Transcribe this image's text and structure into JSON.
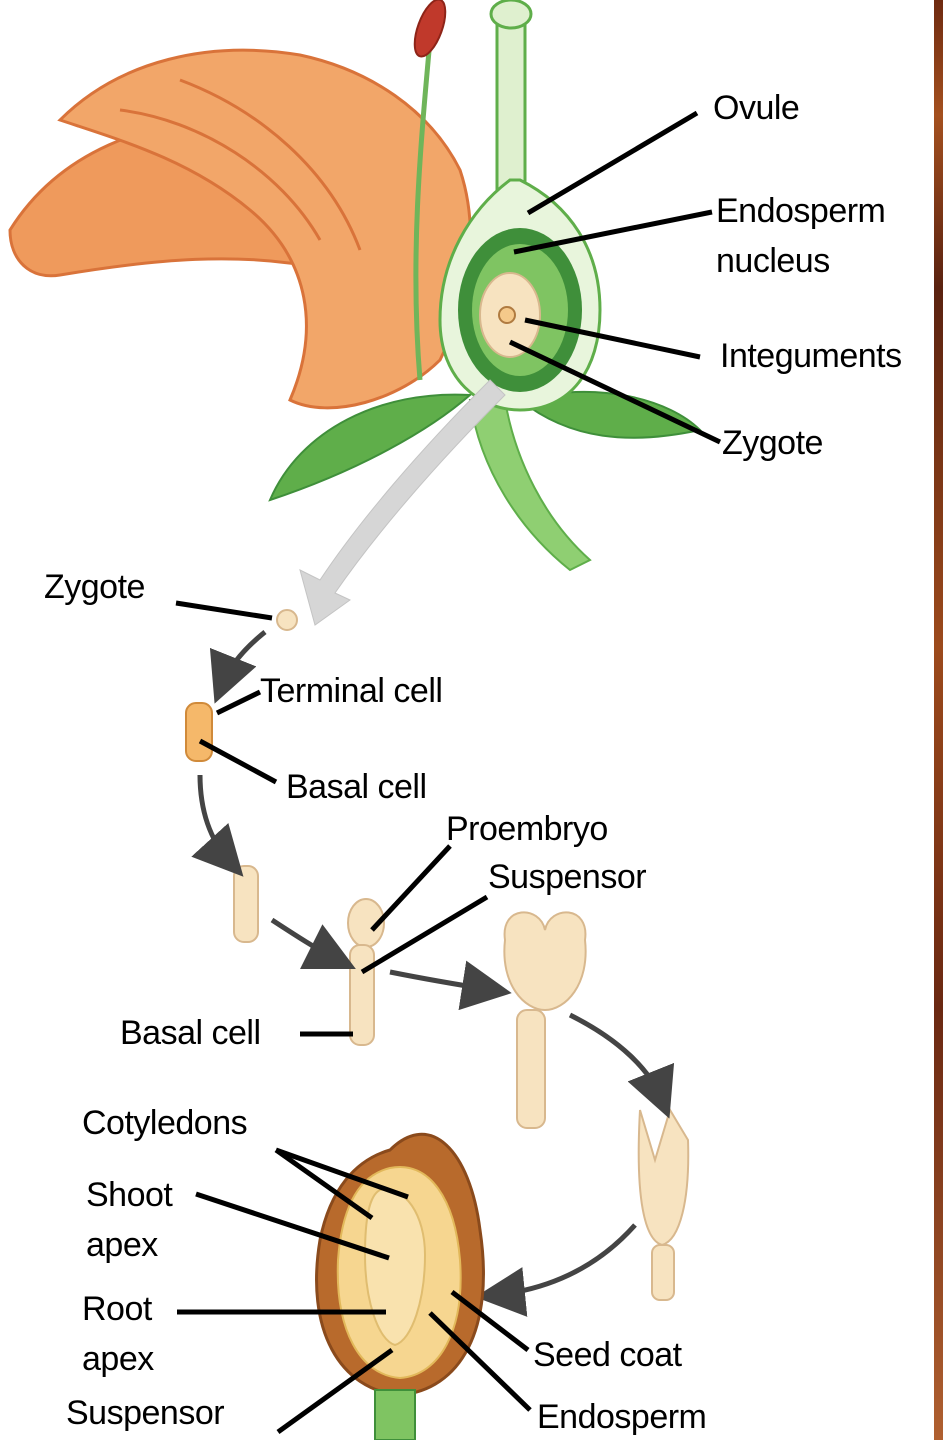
{
  "labels": {
    "ovule": "Ovule",
    "endosperm_nucleus_1": "Endosperm",
    "endosperm_nucleus_2": "nucleus",
    "integuments": "Integuments",
    "zygote_top": "Zygote",
    "zygote": "Zygote",
    "terminal_cell": "Terminal cell",
    "basal_cell_1": "Basal cell",
    "proembryo": "Proembryo",
    "suspensor_1": "Suspensor",
    "basal_cell_2": "Basal cell",
    "cotyledons": "Cotyledons",
    "shoot_apex_1": "Shoot",
    "shoot_apex_2": "apex",
    "root_apex_1": "Root",
    "root_apex_2": "apex",
    "suspensor_2": "Suspensor",
    "seed_coat": "Seed coat",
    "endosperm": "Endosperm"
  },
  "colors": {
    "petal": "#ef9a5c",
    "petal_dark": "#d9733a",
    "green": "#5fae4a",
    "green_dark": "#3f8f3a",
    "pale_green": "#c8e6b4",
    "cell": "#f7e3c0",
    "seed_coat": "#b86a2c",
    "arrow": "#444444",
    "big_arrow": "#d6d6d6"
  }
}
